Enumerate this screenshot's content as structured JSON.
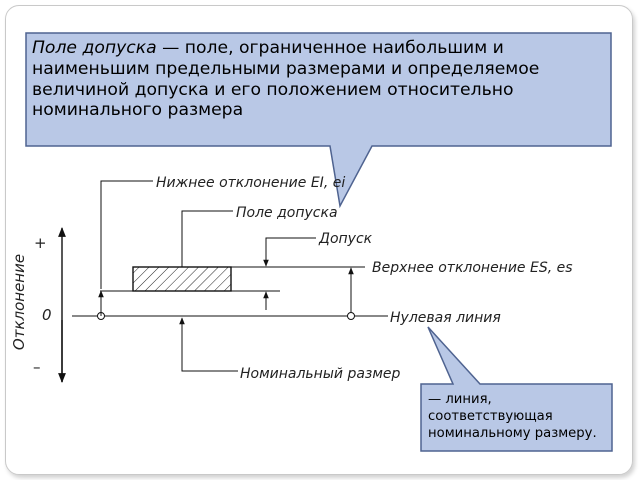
{
  "definition": {
    "term": "Поле допуска",
    "text": " — поле, ограниченное наибольшим и наименьшим предельными размерами и определяемое величиной допуска и его положением относительно номинального размера"
  },
  "note": {
    "text": " — линия, соответствующая номинальному размеру."
  },
  "diagram": {
    "axis_label": "Отклонение",
    "plus": "+",
    "zero": "0",
    "minus": "–",
    "labels": {
      "lower_deviation": "Нижнее отклонение EI, ei",
      "tolerance_zone": "Поле допуска",
      "tolerance": "Допуск",
      "upper_deviation": "Верхнее отклонение ES, es",
      "zero_line": "Нулевая линия",
      "nominal_size": "Номинальный размер"
    }
  },
  "colors": {
    "callout_fill": "#b9c8e6",
    "callout_stroke": "#4f6390",
    "line": "#111111"
  }
}
